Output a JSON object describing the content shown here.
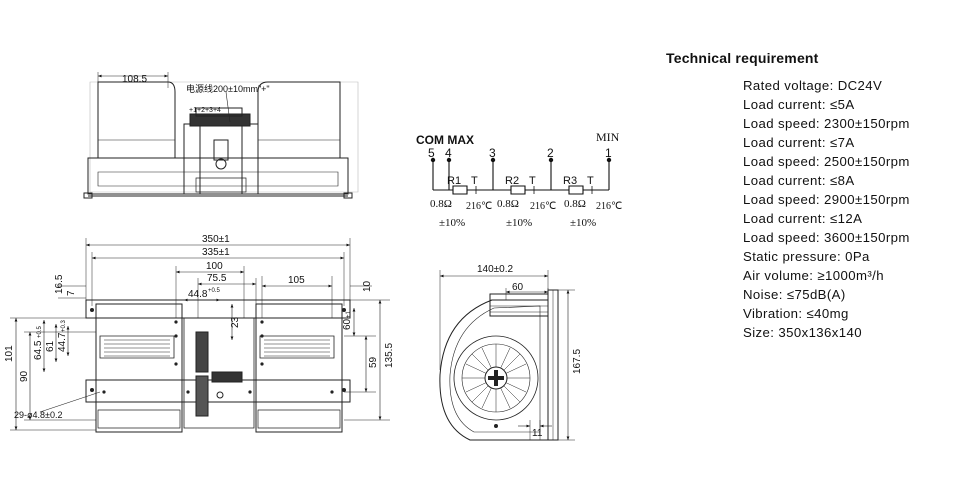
{
  "top_view": {
    "width_dim": "108.5",
    "cable_note": "电源线200±10mm\"+\"",
    "terminal_marks": "+1+2+3+4"
  },
  "front_view": {
    "overall_length": "350±1",
    "mount_spacing": "335±1",
    "dim_100": "100",
    "dim_75_5": "75.5",
    "dim_44_8": "44.8",
    "dim_44_8_tol": "+0.5",
    "dim_105": "105",
    "dim_16_5": "16.5",
    "dim_7": "7",
    "dim_10": "10",
    "dim_101": "101",
    "dim_90": "90",
    "dim_64_5": "64.5",
    "dim_64_5_tol": "+0.5",
    "dim_61": "61",
    "dim_44_7": "44.7",
    "dim_44_7_tol": "+0.3",
    "dim_23": "23",
    "dim_60": "60",
    "dim_60_tol": "+1",
    "dim_59": "59",
    "dim_135_5": "135.5",
    "holes_note": "29-ø4.8±0.2"
  },
  "circuit": {
    "header": "COM MAX",
    "min_label": "MIN",
    "nodes": [
      "5",
      "4",
      "3",
      "2",
      "1"
    ],
    "resistors": [
      {
        "name": "R1",
        "fuse": "T",
        "value": "0.8Ω",
        "tolerance": "±10%",
        "temp": "216℃"
      },
      {
        "name": "R2",
        "fuse": "T",
        "value": "0.8Ω",
        "tolerance": "±10%",
        "temp": "216℃"
      },
      {
        "name": "R3",
        "fuse": "T",
        "value": "0.8Ω",
        "tolerance": "±10%",
        "temp": "216℃"
      }
    ]
  },
  "side_view": {
    "width_dim": "140±0.2",
    "dim_60": "60",
    "height_dim": "167.5",
    "dim_11": "11"
  },
  "spec": {
    "title": "Technical requirement",
    "lines": [
      "Rated voltage: DC24V",
      "Load current: ≤5A",
      "Load speed: 2300±150rpm",
      "Load current: ≤7A",
      "Load speed: 2500±150rpm",
      "Load current: ≤8A",
      "Load speed: 2900±150rpm",
      "Load current: ≤12A",
      "Load speed: 3600±150rpm",
      "Static pressure: 0Pa",
      "Air volume: ≥1000m³/h",
      "Noise: ≤75dB(A)",
      "Vibration: ≤40mg",
      "Size: 350x136x140"
    ]
  }
}
